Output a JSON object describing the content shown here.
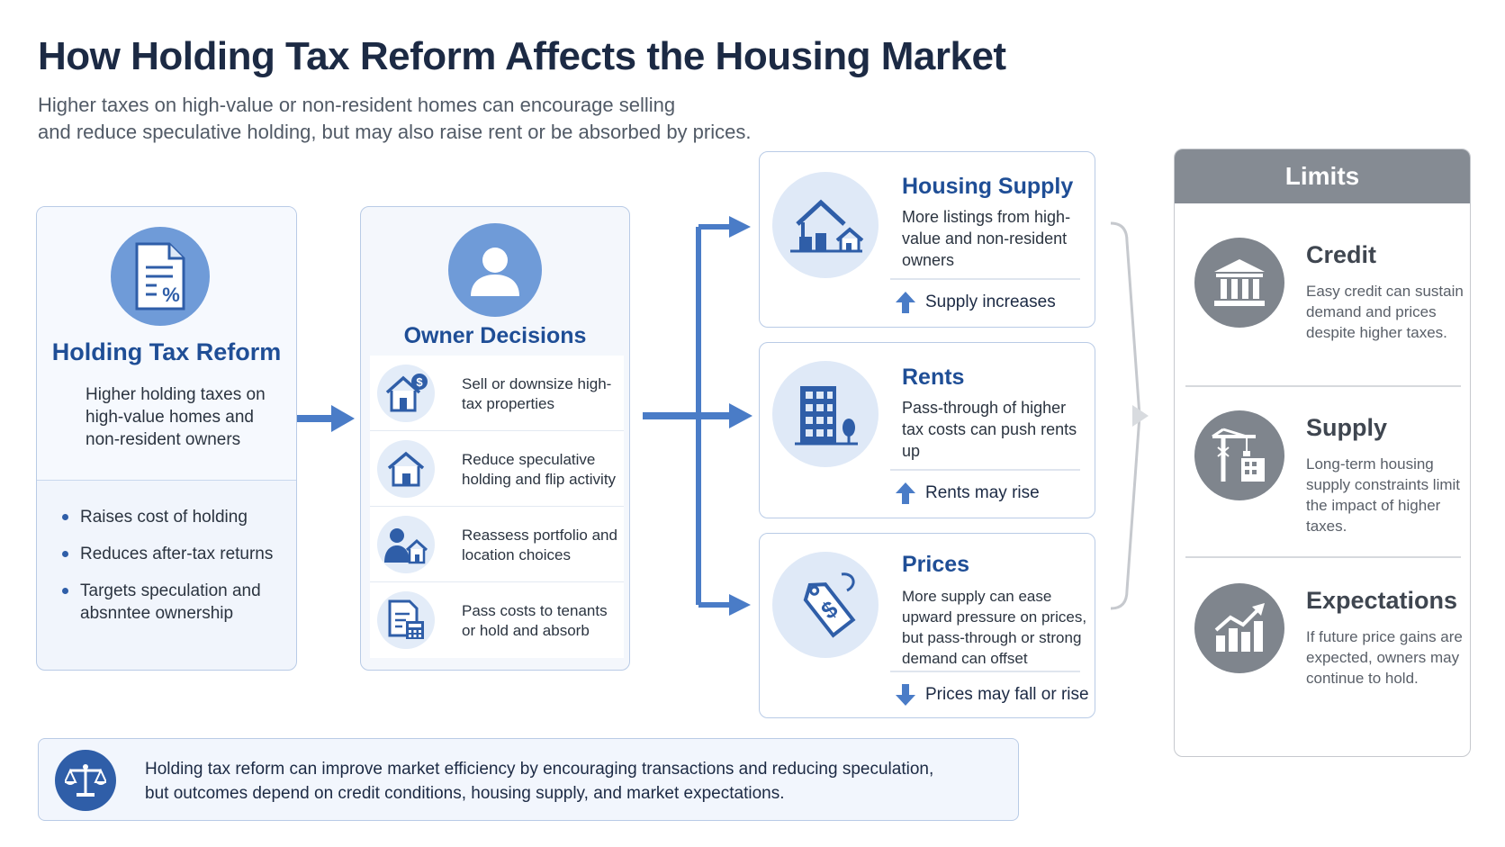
{
  "header": {
    "title": "How Holding Tax Reform Affects the Housing Market",
    "subtitle_line1": "Higher taxes on high-value or non-resident homes can encourage selling",
    "subtitle_line2": "and reduce speculative holding, but may also raise rent or be absorbed by prices."
  },
  "reform": {
    "icon": "tax-document-percent-icon",
    "title": "Holding Tax Reform",
    "description": "Higher holding taxes on high-value homes and non-resident owners",
    "bullets": [
      "Raises cost of holding",
      "Reduces after-tax returns",
      "Targets speculation and absnntee ownership"
    ]
  },
  "owner": {
    "icon": "person-icon",
    "title": "Owner Decisions",
    "items": [
      {
        "icon": "house-dollar-icon",
        "text": "Sell or downsize high-tax properties"
      },
      {
        "icon": "house-icon",
        "text": "Reduce speculative holding and flip activity"
      },
      {
        "icon": "person-house-icon",
        "text": "Reassess portfolio and location choices"
      },
      {
        "icon": "calculator-document-icon",
        "text": "Pass costs to tenants or hold and absorb"
      }
    ]
  },
  "effects": [
    {
      "icon": "houses-icon",
      "title": "Housing Supply",
      "description": "More listings from high-value and non-resident owners",
      "result": "Supply increases",
      "direction": "up"
    },
    {
      "icon": "apartment-building-icon",
      "title": "Rents",
      "description": "Pass-through of higher tax costs can push rents up",
      "result": "Rents may rise",
      "direction": "up"
    },
    {
      "icon": "price-tag-icon",
      "title": "Prices",
      "description": "More supply can ease upward pressure on prices, but pass-through or strong demand can offset",
      "result": "Prices may fall or rise",
      "direction": "down"
    }
  ],
  "limits": {
    "title": "Limits",
    "items": [
      {
        "icon": "bank-icon",
        "title": "Credit",
        "description": "Easy credit can sustain demand and prices despite higher taxes."
      },
      {
        "icon": "construction-crane-icon",
        "title": "Supply",
        "description": "Long-term housing supply constraints limit the impact of higher taxes."
      },
      {
        "icon": "rising-chart-icon",
        "title": "Expectations",
        "description": "If future price gains are expected, owners may continue to hold."
      }
    ]
  },
  "conclusion": {
    "icon": "scales-icon",
    "line1": "Holding tax reform can improve market efficiency by encouraging transactions and reducing speculation,",
    "line2": "but outcomes depend on credit conditions, housing supply, and market expectations."
  },
  "colors": {
    "navy": "#1c2a44",
    "blue_title": "#1f4e96",
    "accent": "#4a7cc7",
    "icon_circle": "#6f9bd8",
    "limits_gray": "#858b93"
  }
}
